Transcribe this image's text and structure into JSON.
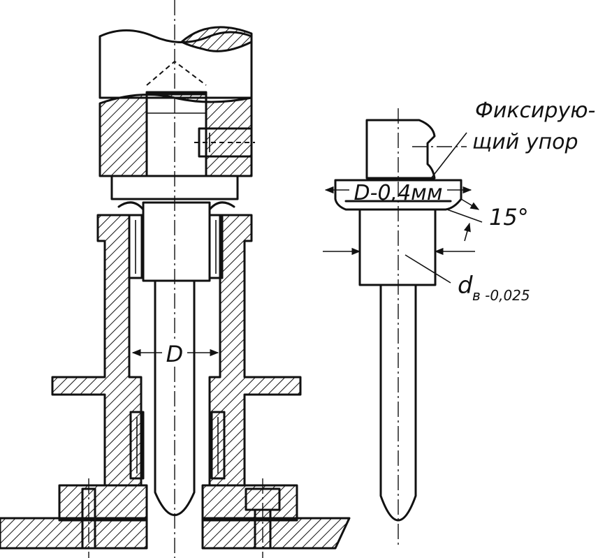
{
  "labels": {
    "callout_line1": "Фиксирую-",
    "callout_line2": "щий упор",
    "collar_dim": "D-0,4мм",
    "angle": "15°",
    "bore_dim": "D",
    "shank_dim_main": "d",
    "shank_dim_sub": "в -0,025"
  }
}
